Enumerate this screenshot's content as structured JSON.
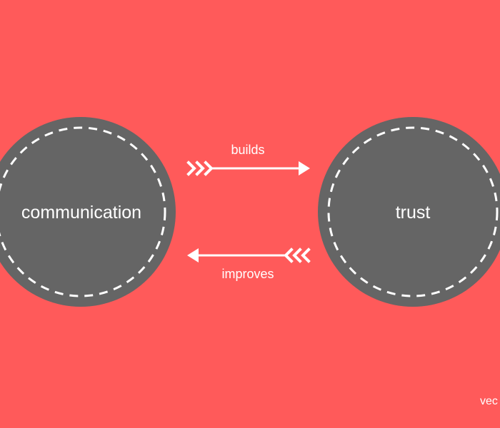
{
  "colors": {
    "background": "#FF5A5A",
    "circle_fill": "#656565",
    "line": "#FFFFFF"
  },
  "nodes": {
    "left": {
      "label": "communication"
    },
    "right": {
      "label": "trust"
    }
  },
  "edges": {
    "top": {
      "label": "builds",
      "direction": "left-to-right"
    },
    "bottom": {
      "label": "improves",
      "direction": "right-to-left"
    }
  },
  "watermark": {
    "text": "vec"
  }
}
